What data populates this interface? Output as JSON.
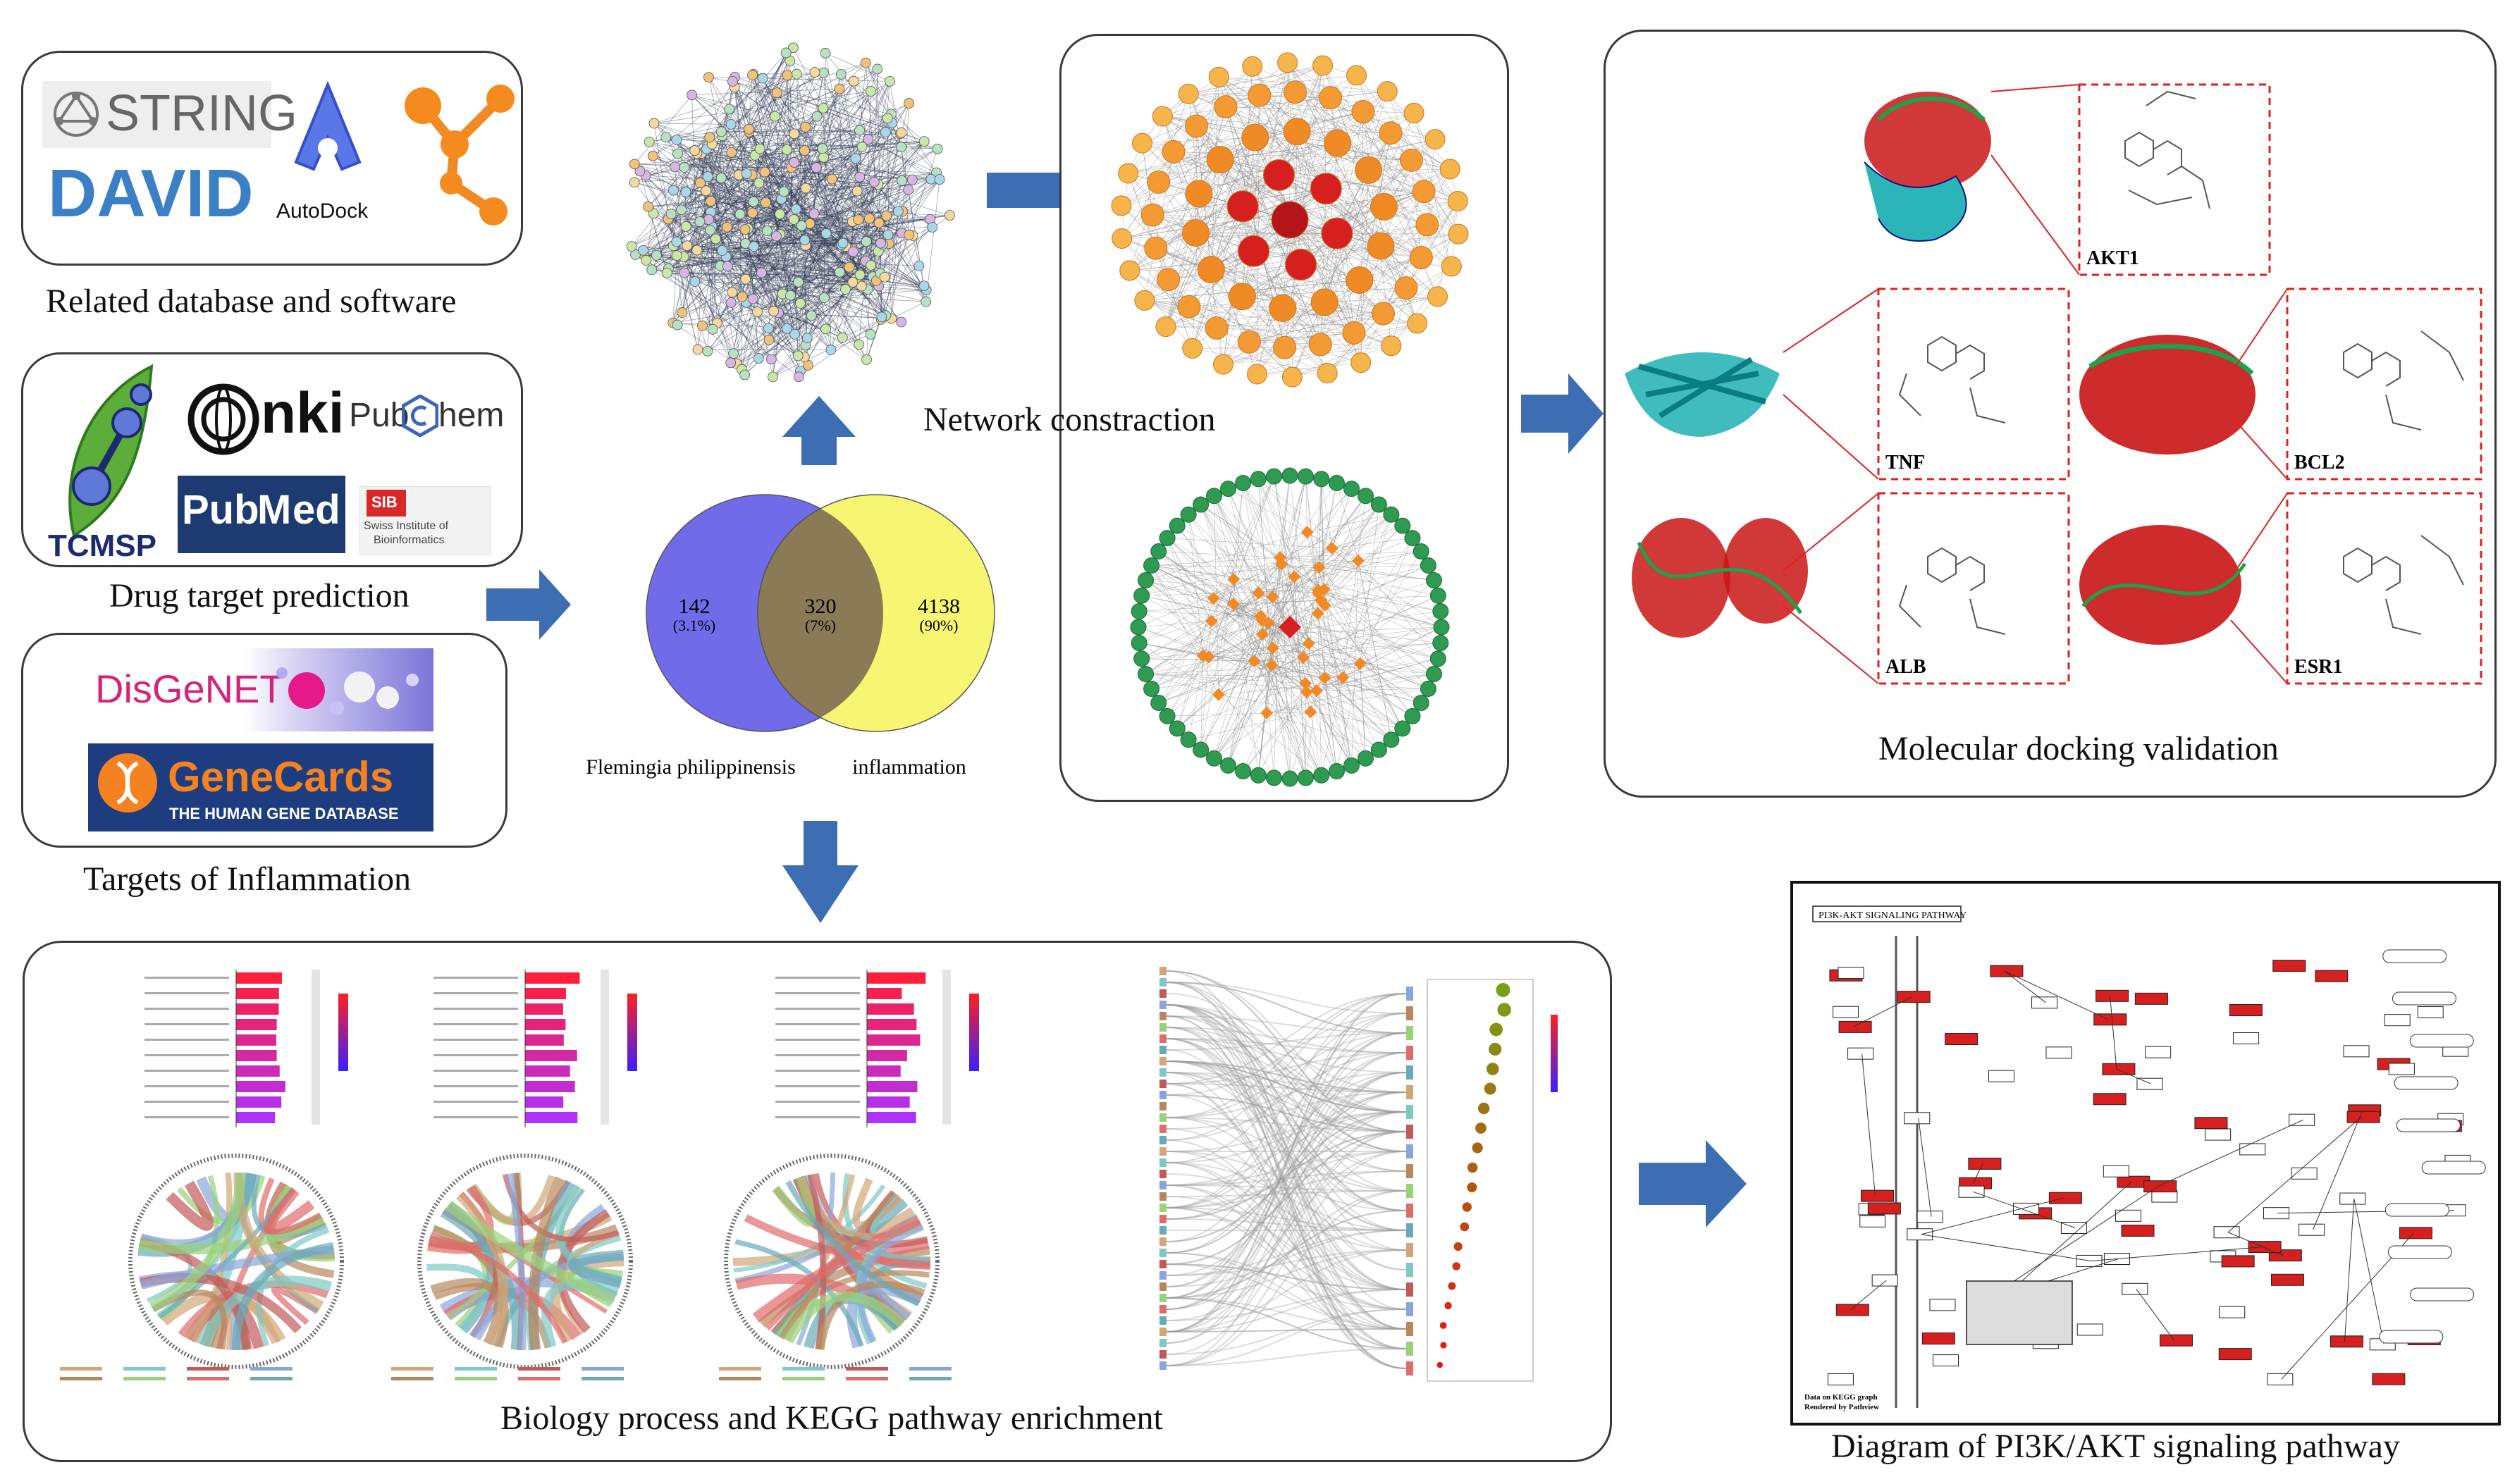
{
  "sections": {
    "software": "Related database and software",
    "drug": "Drug target prediction",
    "inflammation": "Targets of Inflammation",
    "network": "Network constraction",
    "docking": "Molecular docking validation",
    "enrichment": "Biology process and KEGG pathway enrichment",
    "pathway": "Diagram of PI3K/AKT signaling pathway"
  },
  "logos": {
    "string": "STRING",
    "david": "DAVID",
    "autodock": "AutoDock",
    "tcmsp": "TCMSP",
    "cnki": "nki",
    "pubchem_a": "Pub",
    "pubchem_b": "hem",
    "pubmed_a": "Pub",
    "pubmed_b": "ed",
    "sib_a": "SIB",
    "sib_b": "Swiss Institute of",
    "sib_c": "Bioinformatics",
    "disgenet": "DisGeNET",
    "genecards": "GeneCards",
    "genecards_sub": "THE HUMAN GENE DATABASE"
  },
  "venn": {
    "left_count": "142",
    "left_pct": "(3.1%)",
    "mid_count": "320",
    "mid_pct": "(7%)",
    "right_count": "4138",
    "right_pct": "(90%)",
    "left_label": "Flemingia philippinensis",
    "right_label": "inflammation"
  },
  "docking": {
    "akt1": "AKT1",
    "tnf": "TNF",
    "bcl2": "BCL2",
    "alb": "ALB",
    "esr1": "ESR1"
  },
  "kegg": {
    "title": "PI3K-AKT SIGNALING PATHWAY",
    "footer1": "Data on KEGG graph",
    "footer2": "Rendered by Pathview"
  },
  "colors": {
    "arrow": "#3d6db3",
    "venn_left": "#6a63e8",
    "venn_right": "#f7f56a",
    "net_core": "#d62020",
    "net_mid": "#f08a24",
    "net_outer": "#f6b54a",
    "net_green": "#2e9a52"
  }
}
